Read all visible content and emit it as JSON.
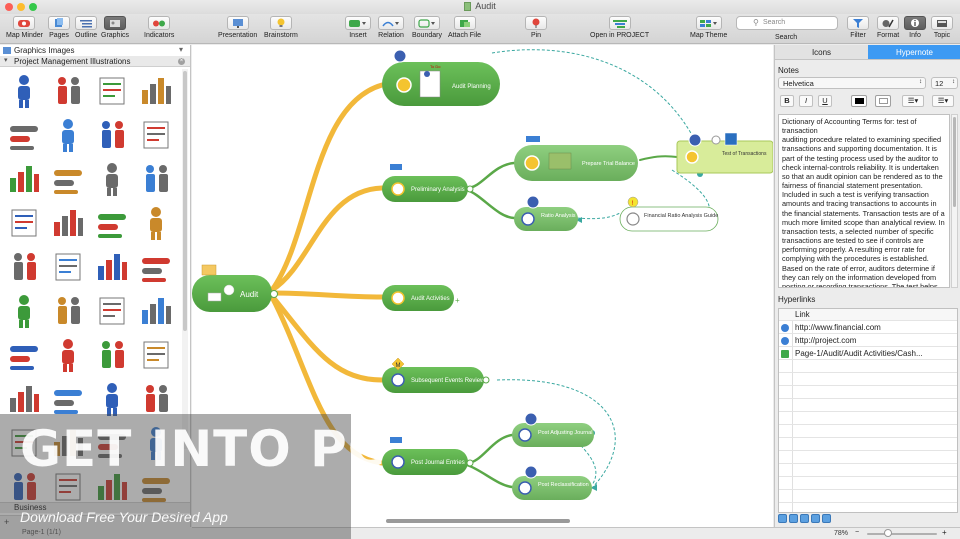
{
  "window": {
    "title": "Audit"
  },
  "toolbar": {
    "items": [
      {
        "label": "Map Minder",
        "icon": "map-minder-icon"
      },
      {
        "label": "Pages",
        "icon": "pages-icon"
      },
      {
        "label": "Outline",
        "icon": "outline-icon"
      },
      {
        "label": "Graphics",
        "icon": "graphics-icon"
      },
      {
        "label": "Indicators",
        "icon": "indicators-icon"
      },
      {
        "label": "Presentation",
        "icon": "presentation-icon"
      },
      {
        "label": "Brainstorm",
        "icon": "brainstorm-icon"
      },
      {
        "label": "Insert",
        "icon": "insert-icon"
      },
      {
        "label": "Relation",
        "icon": "relation-icon"
      },
      {
        "label": "Boundary",
        "icon": "boundary-icon"
      },
      {
        "label": "Attach File",
        "icon": "attach-file-icon"
      },
      {
        "label": "Pin",
        "icon": "pin-icon"
      },
      {
        "label": "Open in PROJECT",
        "icon": "open-in-project-icon"
      },
      {
        "label": "Map Theme",
        "icon": "map-theme-icon"
      },
      {
        "label": "Search",
        "icon": "search-icon"
      },
      {
        "label": "Filter",
        "icon": "filter-icon"
      },
      {
        "label": "Format",
        "icon": "format-icon"
      },
      {
        "label": "Info",
        "icon": "info-icon"
      },
      {
        "label": "Topic",
        "icon": "topic-icon"
      }
    ],
    "search_placeholder": "Search"
  },
  "left_panel": {
    "library": "Graphics Images",
    "category": "Project Management Illustrations",
    "footer_category": "Business"
  },
  "map": {
    "central": "Audit",
    "topics": [
      "Audit Planning",
      "Preliminary Analysis",
      "Prepare Trial Balance",
      "Test of Transactions",
      "Ratio Analysis",
      "Financial Ratio Analysis Guide",
      "Audit Activities",
      "Subsequent Events Review",
      "Post Journal Entries",
      "Post Adjusting Journal",
      "Post Reclassification"
    ],
    "badges": {
      "sticker_text": "To Do",
      "marker_m": "M",
      "alert": "!"
    }
  },
  "right_panel": {
    "tabs": [
      "Icons",
      "Hypernote"
    ],
    "active_tab": "Hypernote",
    "notes_label": "Notes",
    "font": "Helvetica",
    "font_size": "12",
    "format_buttons": [
      "B",
      "I",
      "U"
    ],
    "notes_text": "Dictionary of Accounting Terms for: test of transaction\nauditing procedure related to examining specified transactions and supporting documentation. It is part of the testing process used by the auditor to check internal-controls reliability. It is undertaken so that an audit opinion can be rendered as to the fairness of financial statement presentation. Included in such a test is verifying transaction amounts and tracing transactions to accounts in the financial statements. Transaction tests are of a much more limited scope than analytical review. In transaction tests, a selected number of specific transactions are tested to see if controls are performing properly. A resulting error rate for complying with the procedures is established. Based on the rate of error, auditors determine if they can rely on the information developed from posting or recording transactions. The test helps",
    "hyperlinks_label": "Hyperlinks",
    "link_column": "Link",
    "links": [
      "http://www.financial.com",
      "http://project.com",
      "Page-1/Audit/Audit Activities/Cash..."
    ]
  },
  "statusbar": {
    "page": "Page-1 (1/1)",
    "zoom": "78%"
  },
  "watermark": {
    "title": "GET INTO PC",
    "subtitle": "Download Free Your Desired App"
  },
  "colors": {
    "node_green": "#5aa848",
    "branch_orange": "#f2b83a",
    "accent_blue": "#3d9af3",
    "dashed_teal": "#3aa8a0"
  }
}
